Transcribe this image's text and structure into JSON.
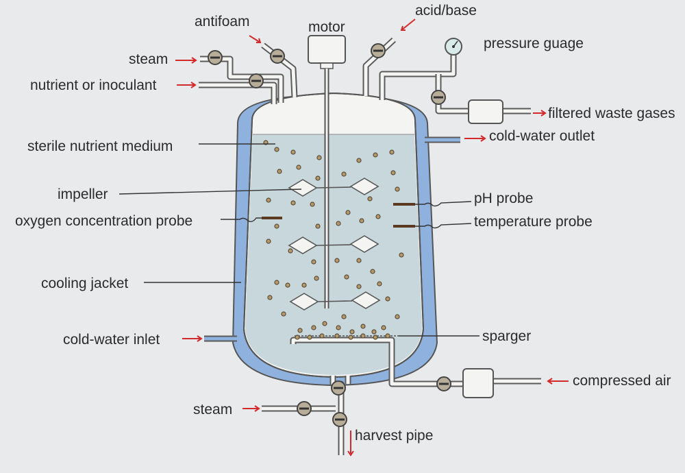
{
  "labels": {
    "antifoam": "antifoam",
    "motor": "motor",
    "acid_base": "acid/base",
    "pressure_gauge": "pressure guage",
    "steam_top": "steam",
    "nutrient_inoculant": "nutrient or inoculant",
    "filtered_waste_gases": "filtered waste gases",
    "cold_water_outlet": "cold-water outlet",
    "sterile_nutrient_medium": "sterile nutrient medium",
    "impeller": "impeller",
    "ph_probe": "pH probe",
    "oxygen_probe": "oxygen concentration probe",
    "temperature_probe": "temperature probe",
    "cooling_jacket": "cooling jacket",
    "cold_water_inlet": "cold-water inlet",
    "sparger": "sparger",
    "compressed_air": "compressed air",
    "steam_bottom": "steam",
    "harvest_pipe": "harvest pipe"
  },
  "colors": {
    "background": "#e9eaec",
    "jacket_water": "#8fb1de",
    "medium": "#c7d7dc",
    "vessel_outline": "#555555",
    "arrow": "#d22a2a",
    "bubble": "#b69a6e",
    "probe": "#5b3a1f"
  }
}
